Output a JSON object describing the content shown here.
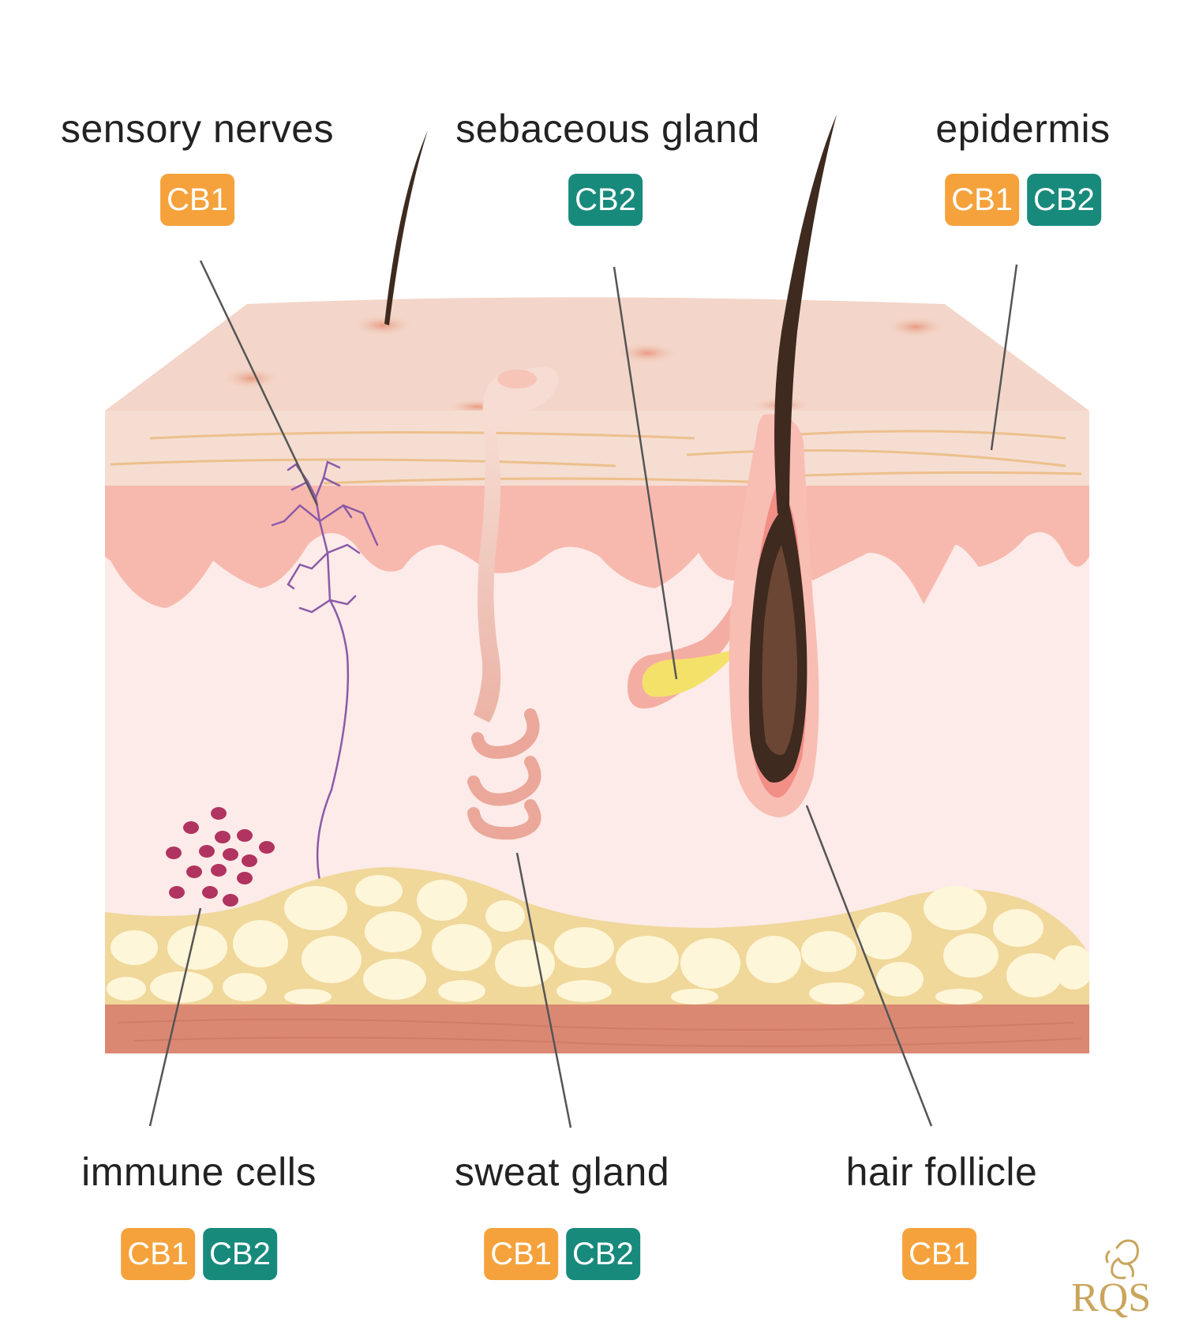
{
  "labels": {
    "sensory_nerves": {
      "text": "sensory nerves",
      "badges": [
        "CB1"
      ]
    },
    "sebaceous_gland": {
      "text": "sebaceous gland",
      "badges": [
        "CB2"
      ]
    },
    "epidermis": {
      "text": "epidermis",
      "badges": [
        "CB1",
        "CB2"
      ]
    },
    "immune_cells": {
      "text": "immune cells",
      "badges": [
        "CB1",
        "CB2"
      ]
    },
    "sweat_gland": {
      "text": "sweat gland",
      "badges": [
        "CB1",
        "CB2"
      ]
    },
    "hair_follicle": {
      "text": "hair follicle",
      "badges": [
        "CB1"
      ]
    }
  },
  "badge_colors": {
    "CB1": "#F5A23C",
    "CB2": "#188A7C"
  },
  "logo": {
    "text": "RQS",
    "icon": "lion-icon"
  }
}
